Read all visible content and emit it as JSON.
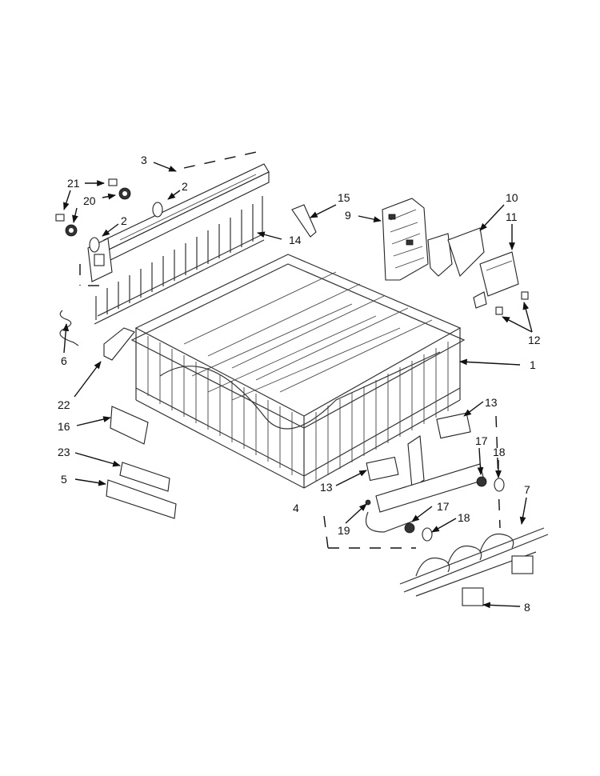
{
  "labels": {
    "p1": "1",
    "p2a": "2",
    "p2b": "2",
    "p3": "3",
    "p4": "4",
    "p5": "5",
    "p6": "6",
    "p7": "7",
    "p8": "8",
    "p9": "9",
    "p10": "10",
    "p11": "11",
    "p12": "12",
    "p13a": "13",
    "p13b": "13",
    "p14": "14",
    "p15": "15",
    "p16": "16",
    "p17a": "17",
    "p17b": "17",
    "p18a": "18",
    "p18b": "18",
    "p19": "19",
    "p20": "20",
    "p21": "21",
    "p22": "22",
    "p23": "23"
  }
}
